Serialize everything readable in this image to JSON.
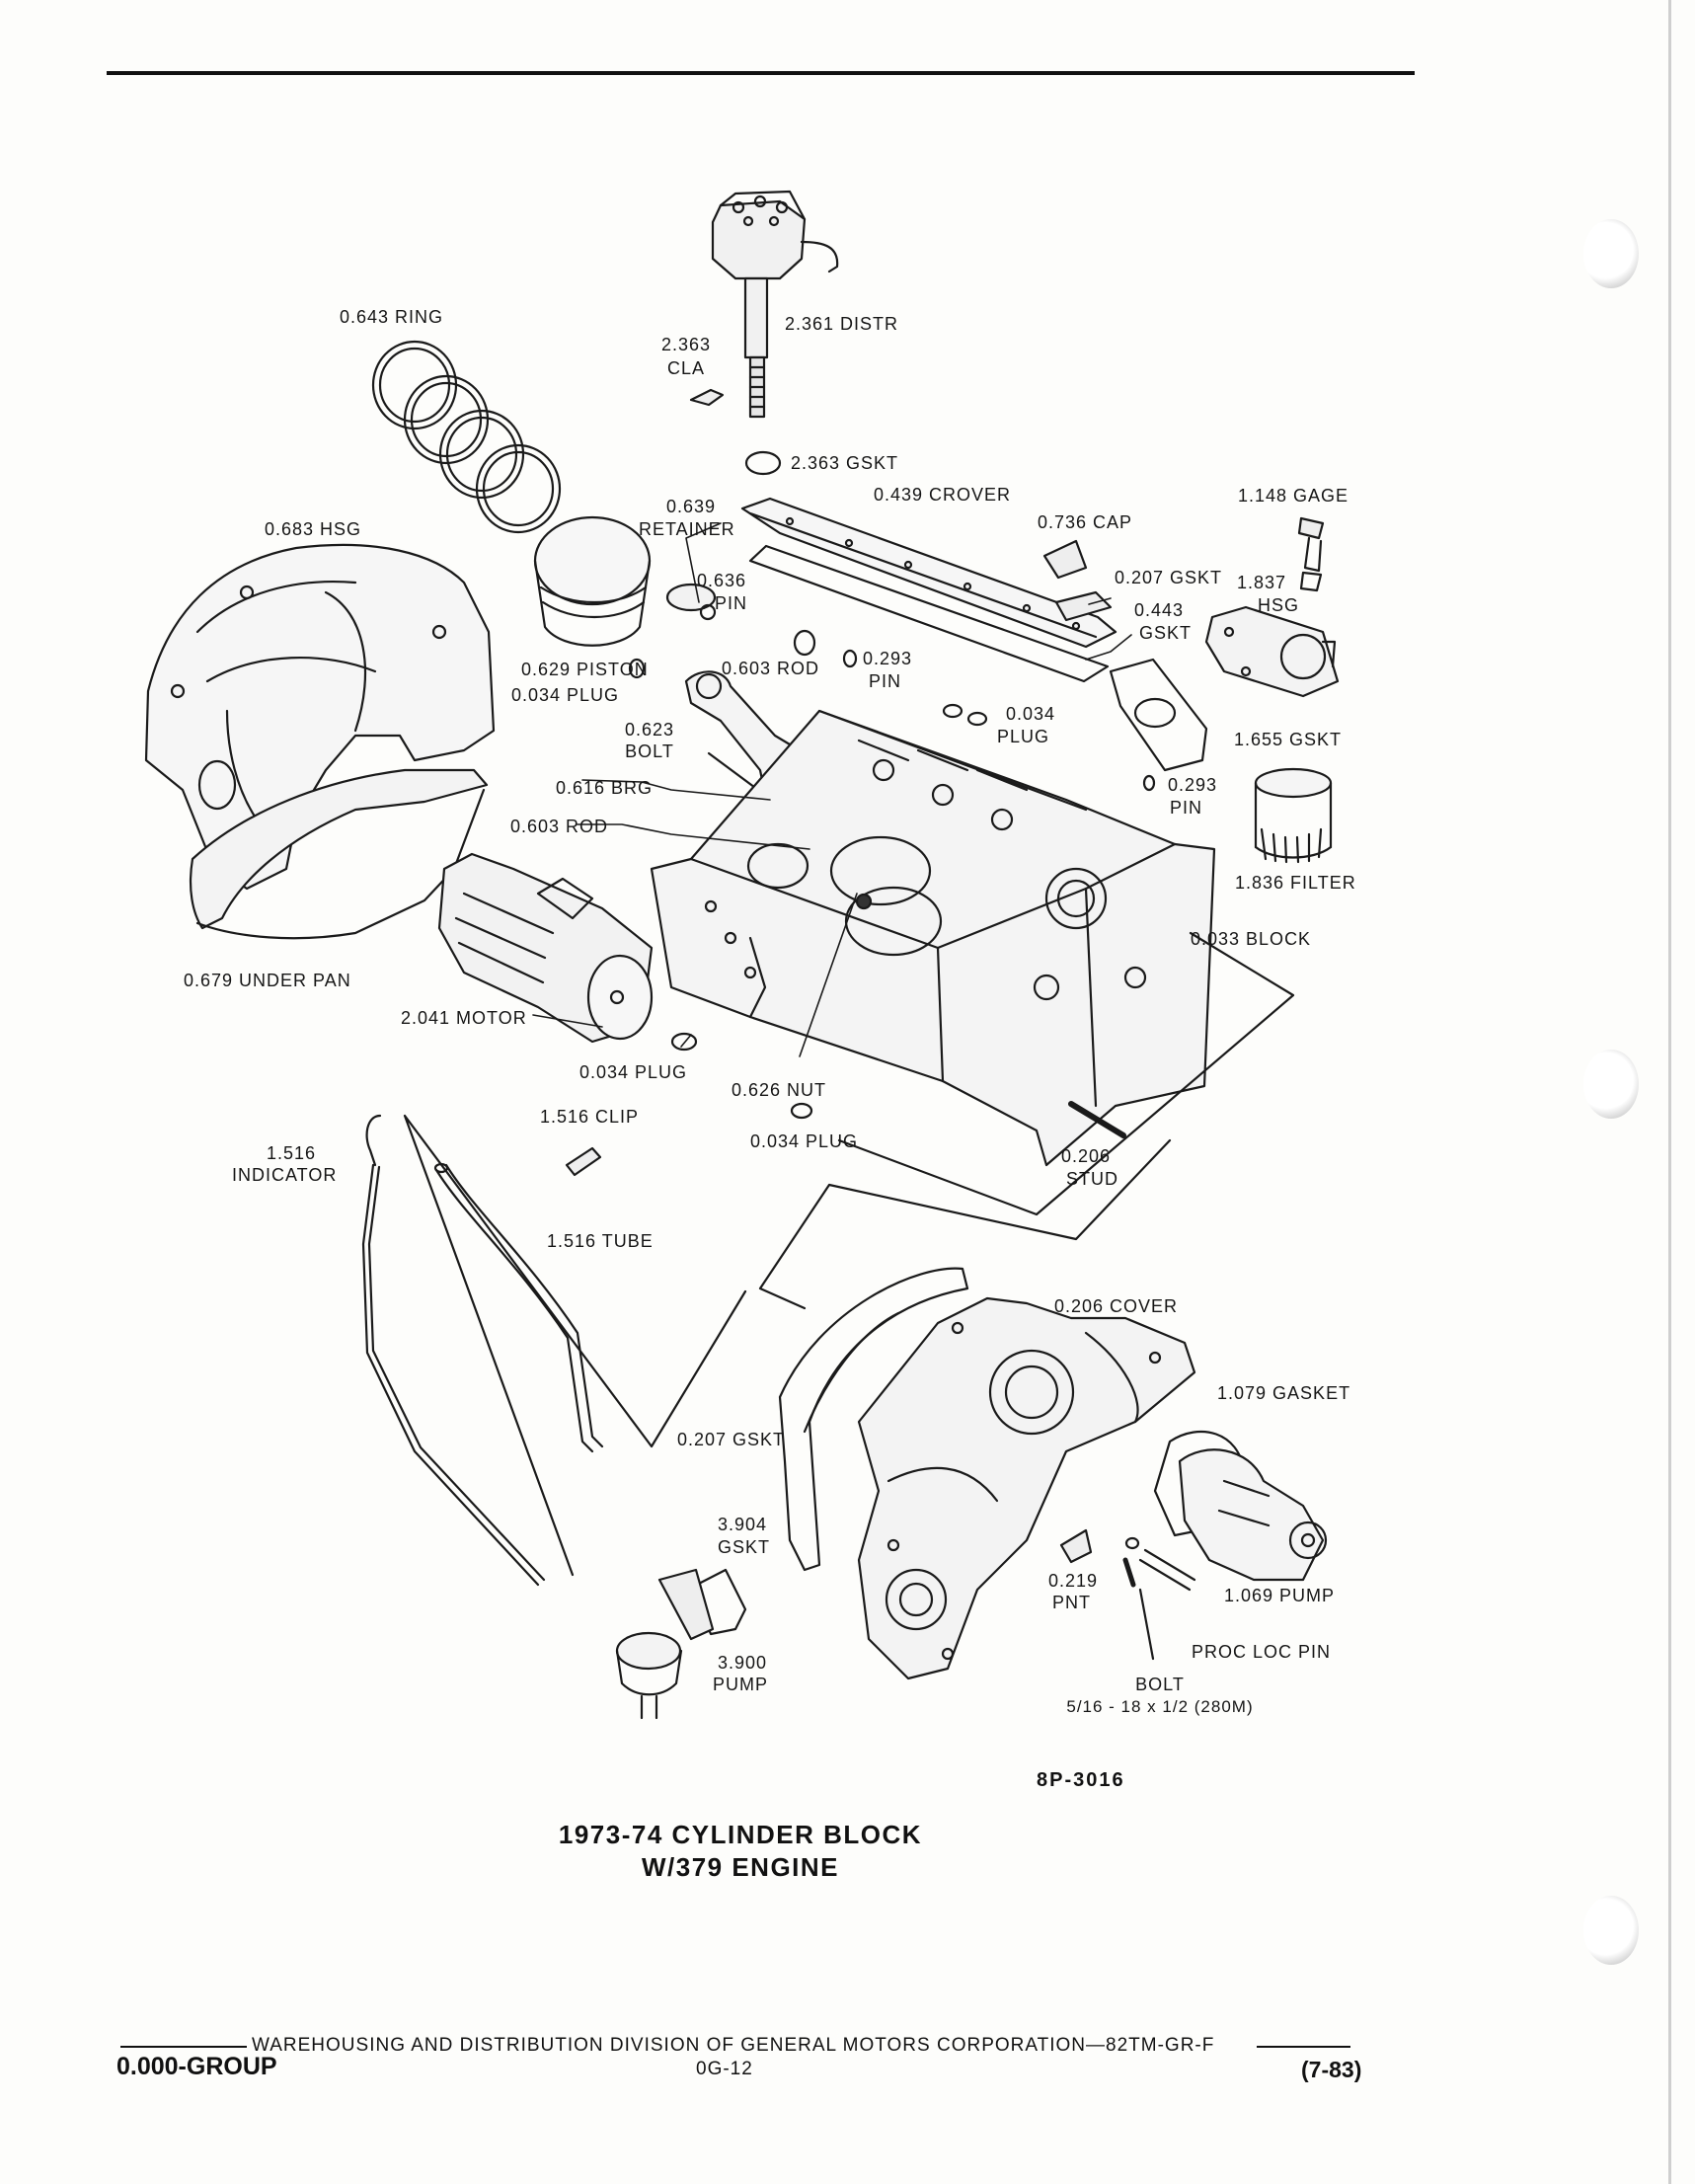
{
  "labels": {
    "ring": "0.643 RING",
    "distr": "2.361 DISTR",
    "cla_num": "2.363",
    "cla": "CLA",
    "gskt_distr": "2.363 GSKT",
    "crover": "0.439 CROVER",
    "gage": "1.148 GAGE",
    "retainer_num": "0.639",
    "retainer": "RETAINER",
    "cap": "0.736 CAP",
    "hsg": "0.683 HSG",
    "pin_636_num": "0.636",
    "pin_636": "PIN",
    "gskt_207": "0.207 GSKT",
    "hsg_1837_num": "1.837",
    "hsg_1837": "HSG",
    "gskt_443_num": "0.443",
    "gskt_443": "GSKT",
    "piston": "0.629 PISTON",
    "rod_603a": "0.603 ROD",
    "pin_293a_num": "0.293",
    "pin_293a": "PIN",
    "plug_034a": "0.034 PLUG",
    "plug_034b_num": "0.034",
    "plug_034b": "PLUG",
    "bolt_623_num": "0.623",
    "bolt_623": "BOLT",
    "gskt_1655": "1.655 GSKT",
    "brg": "0.616 BRG",
    "pin_293b_num": "0.293",
    "pin_293b": "PIN",
    "rod_603b": "0.603 ROD",
    "filter": "1.836 FILTER",
    "block": "0.033 BLOCK",
    "under_pan": "0.679 UNDER PAN",
    "motor": "2.041 MOTOR",
    "plug_034c": "0.034 PLUG",
    "nut": "0.626 NUT",
    "clip": "1.516 CLIP",
    "plug_034d": "0.034 PLUG",
    "indicator_num": "1.516",
    "indicator": "INDICATOR",
    "stud_num": "0.206",
    "stud": "STUD",
    "tube": "1.516 TUBE",
    "cover": "0.206 COVER",
    "gasket": "1.079 GASKET",
    "gskt_207b": "0.207 GSKT",
    "gskt_3904_num": "3.904",
    "gskt_3904": "GSKT",
    "pnt_num": "0.219",
    "pnt": "PNT",
    "pump_1069": "1.069 PUMP",
    "proc_loc_pin": "PROC LOC PIN",
    "pump_3900_num": "3.900",
    "pump_3900": "PUMP",
    "bolt_label": "BOLT",
    "bolt_spec": "5/16 - 18 x 1/2 (280M)"
  },
  "figure": {
    "code": "8P-3016",
    "title_line1": "1973-74 CYLINDER BLOCK",
    "title_line2": "W/379 ENGINE"
  },
  "footer": {
    "publisher": "WAREHOUSING AND DISTRIBUTION  DIVISION OF GENERAL MOTORS CORPORATION—82TM-GR-F",
    "group": "0.000-GROUP",
    "page": "0G-12",
    "date": "(7-83)"
  }
}
